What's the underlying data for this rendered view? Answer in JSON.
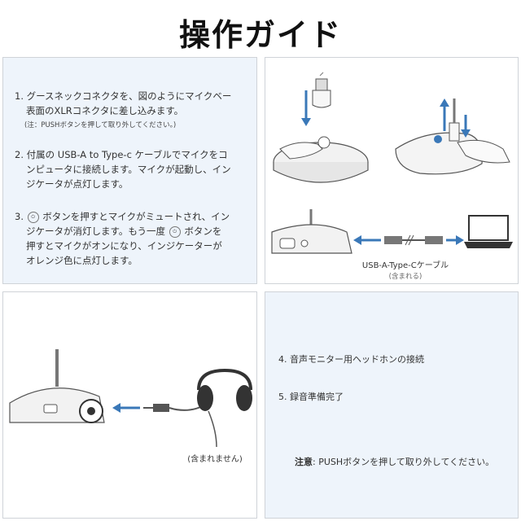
{
  "title": "操作ガイド",
  "steps": {
    "s1_line1": "1. グースネックコネクタを、図のようにマイクベー",
    "s1_line2": "表面のXLRコネクタに差し込みます。",
    "s1_note": "(注：PUSHボタンを押して取り外してください。)",
    "s2_line1": "2. 付属の USB-A to Type-c ケーブルでマイクをコ",
    "s2_line2": "ンピュータに接続します。マイクが起動し、イン",
    "s2_line3": "ジケータが点灯します。",
    "s3_prefix": "3.",
    "s3_line1": "ボタンを押すとマイクがミュートされ、イン",
    "s3_line2a": "ジケータが消灯します。もう一度",
    "s3_line2b": "ボタンを",
    "s3_line3": "押すとマイクがオンになり、インジケーターが",
    "s3_line4": "オレンジ色に点灯します。"
  },
  "cable_label": "USB-A-Type-Cケーブル",
  "cable_sub": "(含まれる)",
  "headphone_label": "(含まれません)",
  "right_steps": {
    "s4": "4. 音声モニター用ヘッドホンの接続",
    "s5": "5. 録音準備完了",
    "note_label": "注意",
    "note_text": ": PUSHボタンを押して取り外してください。"
  },
  "colors": {
    "arrow": "#3a78b8",
    "panel_bg": "#eef4fb",
    "border": "#cfd3d8"
  },
  "icons": [
    "mute-button-icon",
    "usb-icon",
    "headphone-port-icon",
    "laptop-icon",
    "headphones-icon"
  ]
}
